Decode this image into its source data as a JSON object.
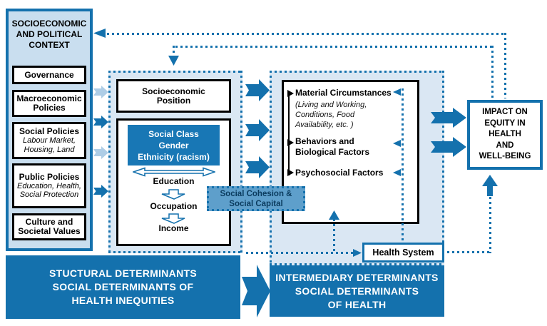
{
  "colors": {
    "primary_blue": "#1471AD",
    "context_panel_bg": "#C9DEEF",
    "dotted_box_bg": "#DAE7F3",
    "class_box_bg": "#1877B5",
    "cohesion_bg": "#5E9FCB",
    "cohesion_text": "#0A3B5E",
    "light_arrow": "#AECDE6"
  },
  "context_panel": {
    "title_lines": [
      "SOCIOECONOMIC",
      "AND POLITICAL",
      "CONTEXT"
    ],
    "items": [
      {
        "label": "Governance",
        "sublabel": ""
      },
      {
        "label": "Macroeconomic Policies",
        "sublabel": ""
      },
      {
        "label": "Social Policies",
        "sublabel": "Labour Market, Housing, Land"
      },
      {
        "label": "Public Policies",
        "sublabel": "Education, Health, Social Protection"
      },
      {
        "label": "Culture and Societal Values",
        "sublabel": ""
      }
    ]
  },
  "structural": {
    "sep_lines": [
      "Socioeconomic",
      "Position"
    ],
    "class_lines": [
      "Social Class",
      "Gender",
      "Ethnicity (racism)"
    ],
    "ladder": {
      "education": "Education",
      "occupation": "Occupation",
      "income": "Income"
    }
  },
  "cohesion": {
    "lines": [
      "Social Cohesion &",
      "Social Capital"
    ]
  },
  "intermediary": {
    "material_title": "Material Circumstances",
    "material_detail_lines": [
      "(Living and Working,",
      "Conditions, Food",
      "Availability, etc. )"
    ],
    "behaviors_lines": [
      "Behaviors and",
      "Biological Factors"
    ],
    "psychosocial": "Psychosocial Factors",
    "health_system": "Health System"
  },
  "impact": {
    "lines": [
      "IMPACT ON",
      "EQUITY IN",
      "HEALTH",
      "AND",
      "WELL-BEING"
    ]
  },
  "banners": {
    "left_lines": [
      "STUCTURAL DETERMINANTS",
      "SOCIAL DETERMINANTS OF",
      "HEALTH INEQUITIES"
    ],
    "right_lines": [
      "INTERMEDIARY DETERMINANTS",
      "SOCIAL DETERMINANTS",
      "OF HEALTH"
    ]
  }
}
